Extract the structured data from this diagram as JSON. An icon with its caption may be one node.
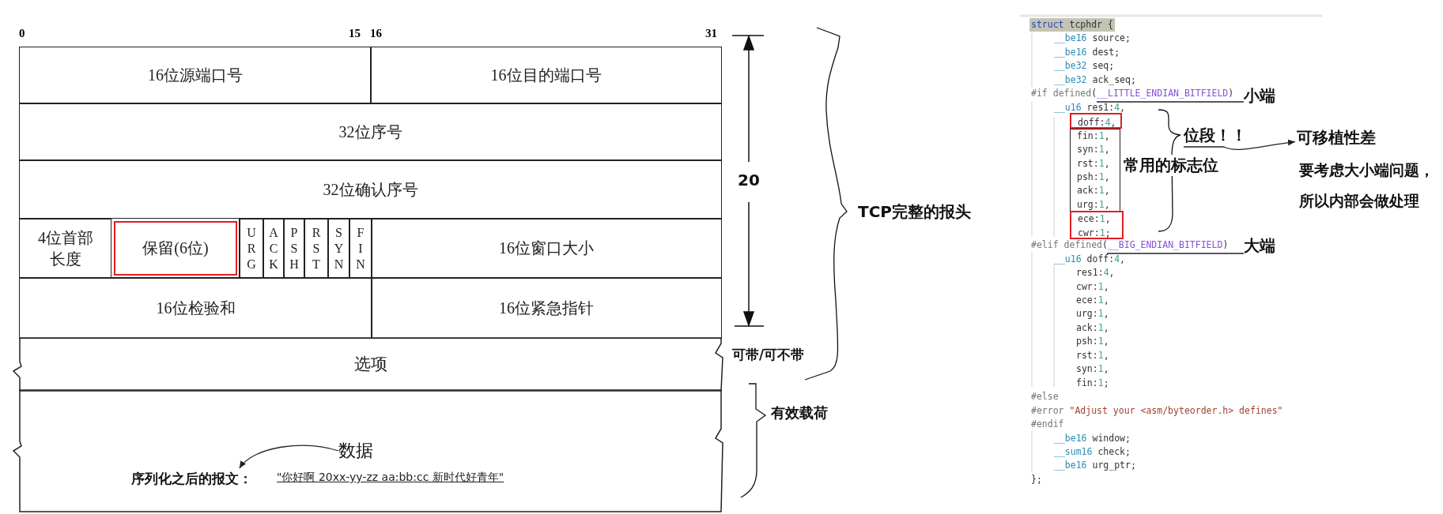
{
  "diagram": {
    "nodes": [
      {
        "text": [
          "16位源端口号"
        ]
      },
      {
        "text": [
          "16位目的端口号"
        ]
      },
      {
        "text": [
          "32位序号"
        ]
      },
      {
        "text": [
          "32位确认序号"
        ]
      },
      {
        "text": [
          "4位首部长度"
        ]
      },
      {
        "text": [
          "保留(6位)"
        ]
      },
      {
        "text": [
          "URG"
        ]
      },
      {
        "text": [
          "ACK"
        ]
      },
      {
        "text": [
          "PSH"
        ]
      },
      {
        "text": [
          "RST"
        ]
      },
      {
        "text": [
          "SYN"
        ]
      },
      {
        "text": [
          "FIN"
        ]
      },
      {
        "text": [
          "16位窗口大小"
        ]
      },
      {
        "text": [
          "16位检验和"
        ]
      },
      {
        "text": [
          "16位紧急指针"
        ]
      },
      {
        "text": [
          "选项"
        ]
      },
      {
        "text": [],
        "shape": "box"
      },
      {
        "text": [
          "数据"
        ],
        "in": 16
      },
      {
        "text": [
          "序列化之后的报文："
        ],
        "in": 16
      },
      {
        "text": [
          "小端"
        ]
      },
      {
        "text": [
          "大端"
        ]
      },
      {
        "text": [
          "doff:4,"
        ]
      },
      {
        "text": [
          "fin:1,",
          "syn:1,",
          "rst:1,",
          "psh:1,",
          "ack:1,",
          "urg:1,"
        ]
      },
      {
        "text": [
          "ece:1,",
          "cwr:1;"
        ]
      },
      {
        "text": [
          "位段！！"
        ]
      },
      {
        "text": [
          "可移植性差"
        ]
      },
      {
        "text": [
          "#if defined(__LITTLE_ENDIAN_BITFIELD)"
        ]
      },
      {
        "text": [
          "#elif defined(__BIG_ENDIAN_BITFIELD)"
        ]
      }
    ],
    "edges": [
      {
        "from": 17,
        "to": 18,
        "arrow": "to"
      },
      {
        "from": 24,
        "to": 25,
        "arrow": "to"
      },
      {
        "from": 19,
        "to": 26,
        "arrow": "none"
      },
      {
        "from": 20,
        "to": 27,
        "arrow": "none"
      }
    ],
    "labels": [
      "0",
      "15",
      "16",
      "31",
      "20",
      "TCP完整的报头",
      "可带/可不带",
      "有效载荷",
      "\"你好啊 20xx-yy-zz aa:bb:cc 新时代好青年\"",
      "struct tcphdr {",
      "__be16 source;",
      "__be16 dest;",
      "__be32 seq;",
      "__be32 ack_seq;",
      "__u16 res1:4,",
      "__u16 doff:4,",
      "res1:4,",
      "cwr:1,",
      "ece:1,",
      "urg:1,",
      "ack:1,",
      "psh:1,",
      "rst:1,",
      "syn:1,",
      "fin:1;",
      "#else",
      "#error \"Adjust your <asm/byteorder.h> defines\"",
      "#endif",
      "__be16 window;",
      "__sum16 check;",
      "__be16 urg_ptr;",
      "};",
      "常用的标志位",
      "要考虑大小端问题，",
      "所以内部会做处理"
    ]
  }
}
